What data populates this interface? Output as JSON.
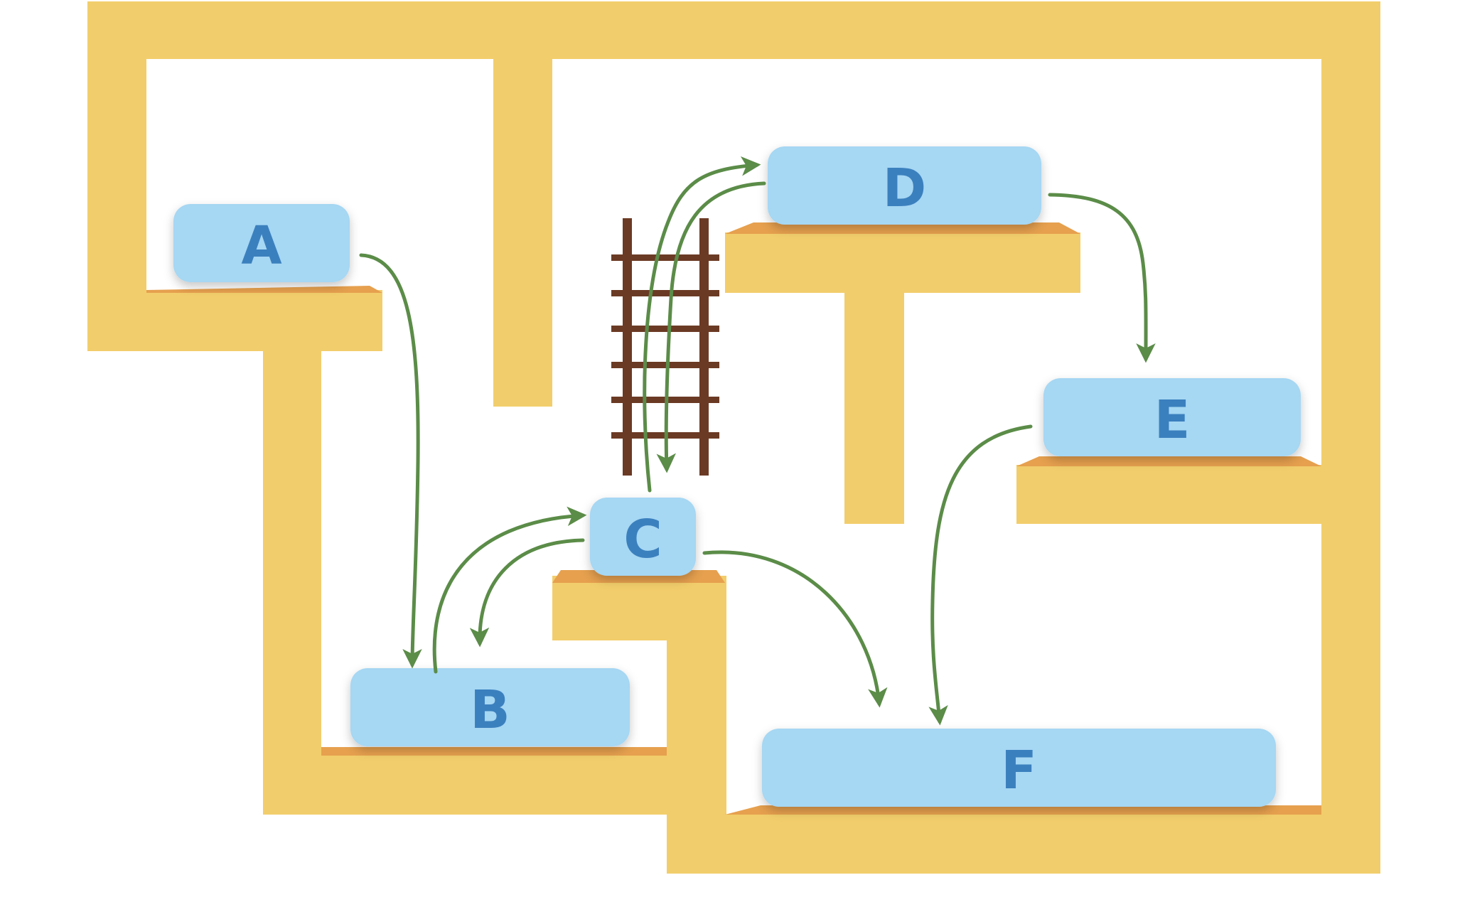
{
  "colors": {
    "wall": "#f2cd6b",
    "ledge_edge": "#e6a04e",
    "platform": "#a6d7f3",
    "label": "#3b80be",
    "arrow": "#5b8c48",
    "ladder": "#6b3a24",
    "background": "#ffffff"
  },
  "platforms": [
    {
      "id": "A",
      "label": "A"
    },
    {
      "id": "B",
      "label": "B"
    },
    {
      "id": "C",
      "label": "C"
    },
    {
      "id": "D",
      "label": "D"
    },
    {
      "id": "E",
      "label": "E"
    },
    {
      "id": "F",
      "label": "F"
    }
  ],
  "transitions": [
    {
      "from": "A",
      "to": "B"
    },
    {
      "from": "B",
      "to": "C"
    },
    {
      "from": "C",
      "to": "B"
    },
    {
      "from": "C",
      "to": "D"
    },
    {
      "from": "D",
      "to": "C"
    },
    {
      "from": "C",
      "to": "F"
    },
    {
      "from": "D",
      "to": "E"
    },
    {
      "from": "E",
      "to": "F"
    }
  ],
  "icons": [
    "ladder-icon"
  ]
}
